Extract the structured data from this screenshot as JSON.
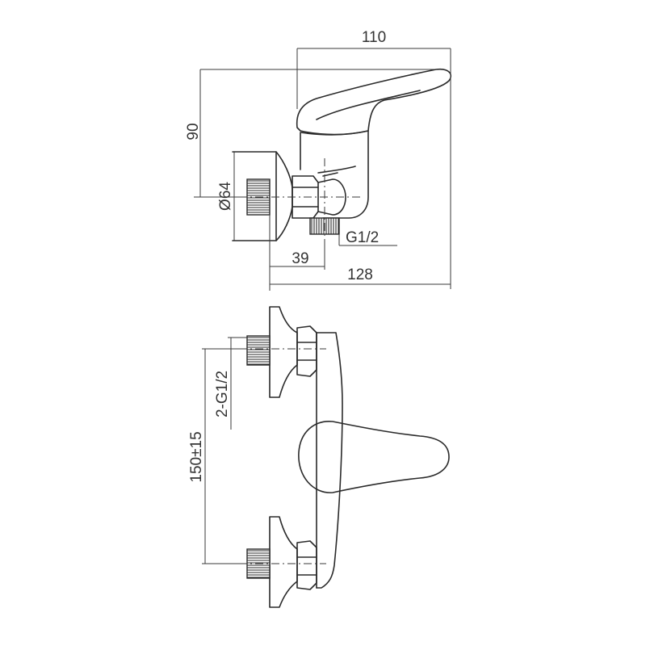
{
  "dimensions": {
    "side_width": "110",
    "side_height": "90",
    "flange_diameter": "Ø64",
    "inlet_thread": "G1/2",
    "wall_offset": "39",
    "overall_depth": "128",
    "center_distance": "150±15",
    "inlet_threads_front": "2-G1/2"
  },
  "colors": {
    "line": "#2a2a2a",
    "text": "#333333"
  }
}
